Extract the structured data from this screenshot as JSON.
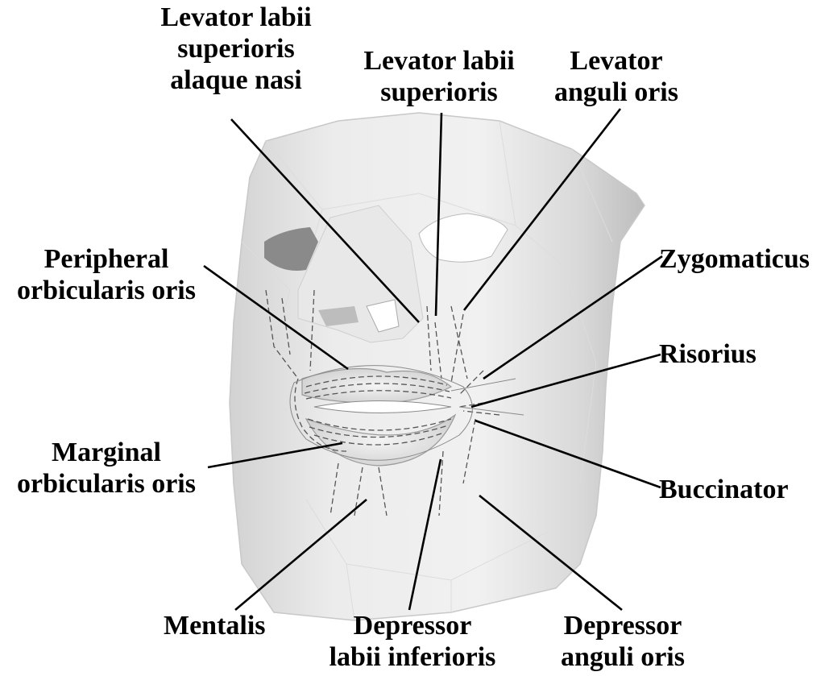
{
  "labels": {
    "levator_labii_sup_alaque_nasi": [
      "Levator labii",
      "superioris",
      "alaque nasi"
    ],
    "levator_labii_sup": [
      "Levator labii",
      "superioris"
    ],
    "levator_anguli_oris": [
      "Levator",
      "anguli oris"
    ],
    "zygomaticus": [
      "Zygomaticus"
    ],
    "peripheral_orbicularis_oris": [
      "Peripheral",
      "orbicularis oris"
    ],
    "risorius": [
      "Risorius"
    ],
    "marginal_orbicularis_oris": [
      "Marginal",
      "orbicularis oris"
    ],
    "buccinator": [
      "Buccinator"
    ],
    "mentalis": [
      "Mentalis"
    ],
    "depressor_labii_inferioris": [
      "Depressor",
      "labii inferioris"
    ],
    "depressor_anguli_oris": [
      "Depressor",
      "anguli oris"
    ]
  }
}
